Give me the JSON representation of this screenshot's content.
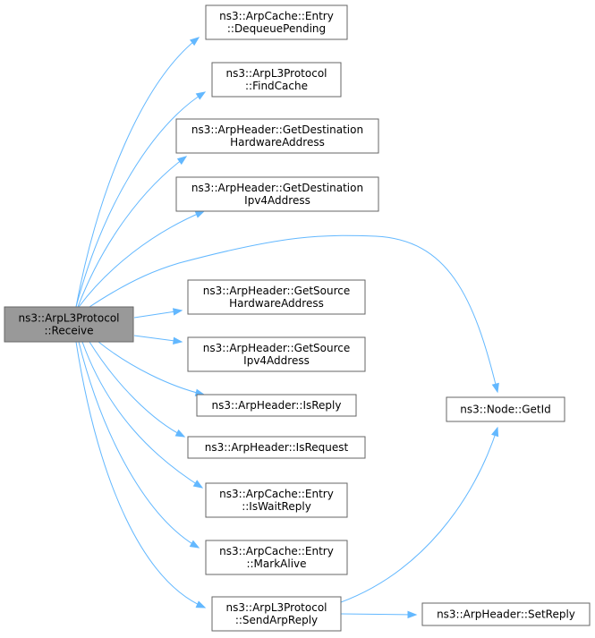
{
  "graph": {
    "nodes": [
      {
        "id": "receive",
        "lines": [
          "ns3::ArpL3Protocol",
          "::Receive"
        ],
        "root": true
      },
      {
        "id": "dequeue",
        "lines": [
          "ns3::ArpCache::Entry",
          "::DequeuePending"
        ]
      },
      {
        "id": "findcache",
        "lines": [
          "ns3::ArpL3Protocol",
          "::FindCache"
        ]
      },
      {
        "id": "getdesthw",
        "lines": [
          "ns3::ArpHeader::GetDestination",
          "HardwareAddress"
        ]
      },
      {
        "id": "getdestip",
        "lines": [
          "ns3::ArpHeader::GetDestination",
          "Ipv4Address"
        ]
      },
      {
        "id": "getsrchw",
        "lines": [
          "ns3::ArpHeader::GetSource",
          "HardwareAddress"
        ]
      },
      {
        "id": "getsrcip",
        "lines": [
          "ns3::ArpHeader::GetSource",
          "Ipv4Address"
        ]
      },
      {
        "id": "isreply",
        "lines": [
          "ns3::ArpHeader::IsReply"
        ]
      },
      {
        "id": "isrequest",
        "lines": [
          "ns3::ArpHeader::IsRequest"
        ]
      },
      {
        "id": "iswaitreply",
        "lines": [
          "ns3::ArpCache::Entry",
          "::IsWaitReply"
        ]
      },
      {
        "id": "markalive",
        "lines": [
          "ns3::ArpCache::Entry",
          "::MarkAlive"
        ]
      },
      {
        "id": "sendarpreply",
        "lines": [
          "ns3::ArpL3Protocol",
          "::SendArpReply"
        ]
      },
      {
        "id": "getid",
        "lines": [
          "ns3::Node::GetId"
        ]
      },
      {
        "id": "setreply",
        "lines": [
          "ns3::ArpHeader::SetReply"
        ]
      }
    ],
    "edges": [
      {
        "from": "receive",
        "to": "dequeue"
      },
      {
        "from": "receive",
        "to": "findcache"
      },
      {
        "from": "receive",
        "to": "getdesthw"
      },
      {
        "from": "receive",
        "to": "getdestip"
      },
      {
        "from": "receive",
        "to": "getid"
      },
      {
        "from": "receive",
        "to": "getsrchw"
      },
      {
        "from": "receive",
        "to": "getsrcip"
      },
      {
        "from": "receive",
        "to": "isreply"
      },
      {
        "from": "receive",
        "to": "isrequest"
      },
      {
        "from": "receive",
        "to": "iswaitreply"
      },
      {
        "from": "receive",
        "to": "markalive"
      },
      {
        "from": "receive",
        "to": "sendarpreply"
      },
      {
        "from": "sendarpreply",
        "to": "getid"
      },
      {
        "from": "sendarpreply",
        "to": "setreply"
      }
    ]
  },
  "colors": {
    "edge": "#63b8ff",
    "root_fill": "#999999",
    "node_border": "#666666"
  }
}
